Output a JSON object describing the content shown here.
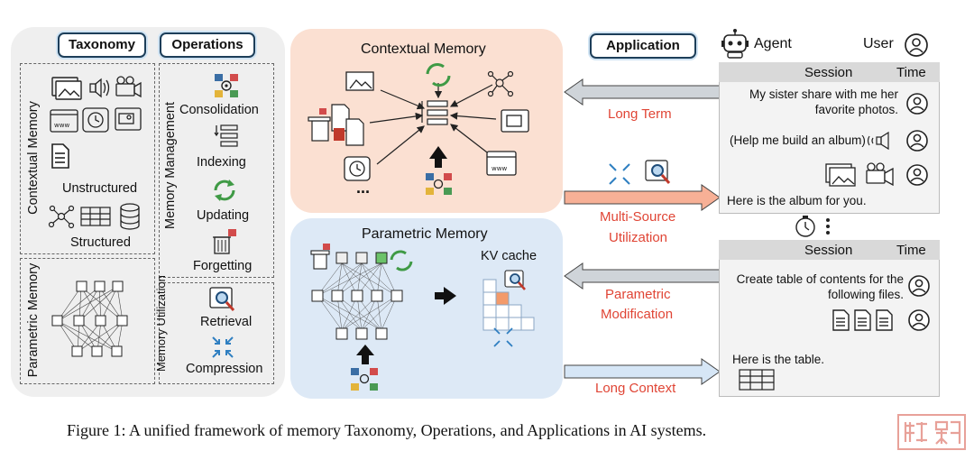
{
  "taxonomy": {
    "header": "Taxonomy",
    "contextual_label": "Contextual Memory",
    "unstructured": "Unstructured",
    "structured": "Structured",
    "parametric_label": "Parametric Memory"
  },
  "operations": {
    "header": "Operations",
    "management_label": "Memory Management",
    "consolidation": "Consolidation",
    "indexing": "Indexing",
    "updating": "Updating",
    "forgetting": "Forgetting",
    "utilization_label": "Memory Utilization",
    "retrieval": "Retrieval",
    "compression": "Compression"
  },
  "contextual_panel": {
    "title": "Contextual Memory",
    "ellipsis": "..."
  },
  "parametric_panel": {
    "title": "Parametric Memory",
    "kv_cache": "KV cache"
  },
  "links": {
    "long_term": "Long Term",
    "multi_source": "Multi-Source",
    "utilization": "Utilization",
    "parametric": "Parametric",
    "modification": "Modification",
    "long_context": "Long Context"
  },
  "application": {
    "header": "Application",
    "agent": "Agent",
    "user": "User",
    "session1": {
      "session": "Session",
      "time": "Time",
      "msg1_line1": "My sister share with me her",
      "msg1_line2": "favorite photos.",
      "msg2": "(Help me build an album)",
      "reply": "Here is the album for you."
    },
    "session2": {
      "session": "Session",
      "time": "Time",
      "msg1_line1": "Create table of contents for the",
      "msg1_line2": "following files.",
      "reply": "Here is the table."
    }
  },
  "caption": "Figure 1: A unified framework of memory Taxonomy, Operations, and Applications in AI systems.",
  "colors": {
    "panel_grey": "#efefef",
    "contextual_fill": "#fbe0d2",
    "parametric_fill": "#dde9f6",
    "link_red": "#e04535",
    "arrow_grey": "#cfd4d9",
    "arrow_orange": "#f7b096",
    "arrow_blue": "#d6e6f6",
    "pill_border": "#1d3e59"
  }
}
